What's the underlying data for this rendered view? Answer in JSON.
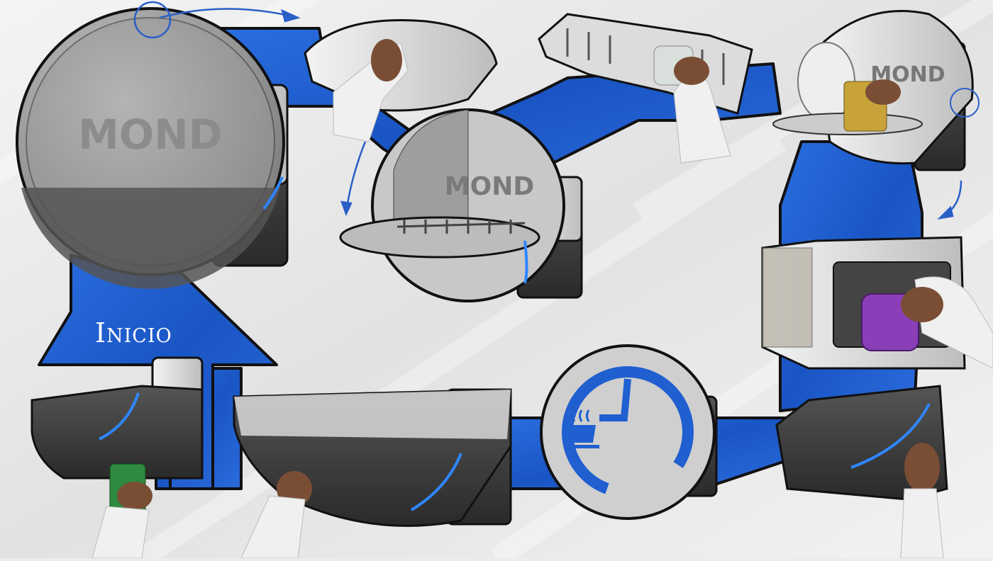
{
  "storyboard": {
    "start_label": "Inicio",
    "logo": "MOND",
    "colors": {
      "path_blue": "#1f5fd0",
      "outline": "#111111",
      "device_dark": "#3a3a3a",
      "device_light": "#d8d8d8",
      "accent_led": "#2f86ff",
      "background": "#ececec"
    },
    "steps": [
      {
        "icon": "closed-dishwasher-front"
      },
      {
        "icon": "hand-opening-lid"
      },
      {
        "icon": "open-dishwasher-with-rack"
      },
      {
        "icon": "hand-loading-cup-into-rack"
      },
      {
        "icon": "hand-loading-dishes"
      },
      {
        "icon": "hand-adding-detergent-pod"
      },
      {
        "icon": "hand-pressing-start-button"
      },
      {
        "icon": "timer-coffee-cycle-display"
      },
      {
        "icon": "hand-opening-finished-drawer"
      },
      {
        "icon": "hand-removing-cup"
      }
    ]
  }
}
